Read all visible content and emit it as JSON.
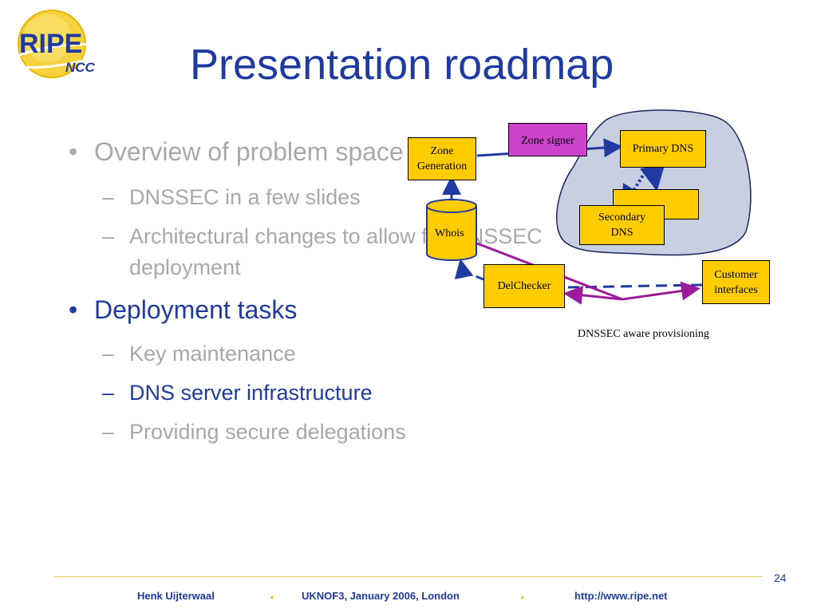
{
  "logo": {
    "word": "RIPE",
    "sub": "NCC"
  },
  "title": "Presentation roadmap",
  "bullets": [
    {
      "text": "Overview of problem space",
      "style": "grey",
      "level": 1
    },
    {
      "text": "DNSSEC in a few slides",
      "style": "grey",
      "level": 2
    },
    {
      "text": "Architectural changes to allow for DNSSEC",
      "style": "grey",
      "level": 2
    },
    {
      "text": "deployment",
      "style": "grey",
      "level": 2
    },
    {
      "text": "Deployment tasks",
      "style": "blue",
      "level": 1
    },
    {
      "text": "Key maintenance",
      "style": "grey",
      "level": 2
    },
    {
      "text": "DNS server infrastructure",
      "style": "blue",
      "level": 2
    },
    {
      "text": "Providing secure delegations",
      "style": "grey",
      "level": 2
    }
  ],
  "diagram": {
    "zone_signer": "Zone signer",
    "zone_generation": [
      "Zone",
      "Generation"
    ],
    "primary_dns": "Primary DNS",
    "secondary_dns": [
      "Secondary",
      "DNS"
    ],
    "whois": "Whois",
    "delchecker": "DelChecker",
    "customer_interfaces": [
      "Customer",
      "interfaces"
    ],
    "caption": "DNSSEC aware provisioning"
  },
  "footer": {
    "author": "Henk Uijterwaal",
    "event": "UKNOF3, January 2006, London",
    "url": "http://www.ripe.net",
    "page": "24",
    "separator": "."
  },
  "colors": {
    "title": "#1f3aa0",
    "grey_text": "#a8a8a8",
    "box_fill": "#ffcc00",
    "signer_fill": "#cc44cc",
    "cloud_fill": "#c8cfe0",
    "arrow_blue": "#1f3aa0",
    "arrow_purple": "#9b1b9b"
  }
}
